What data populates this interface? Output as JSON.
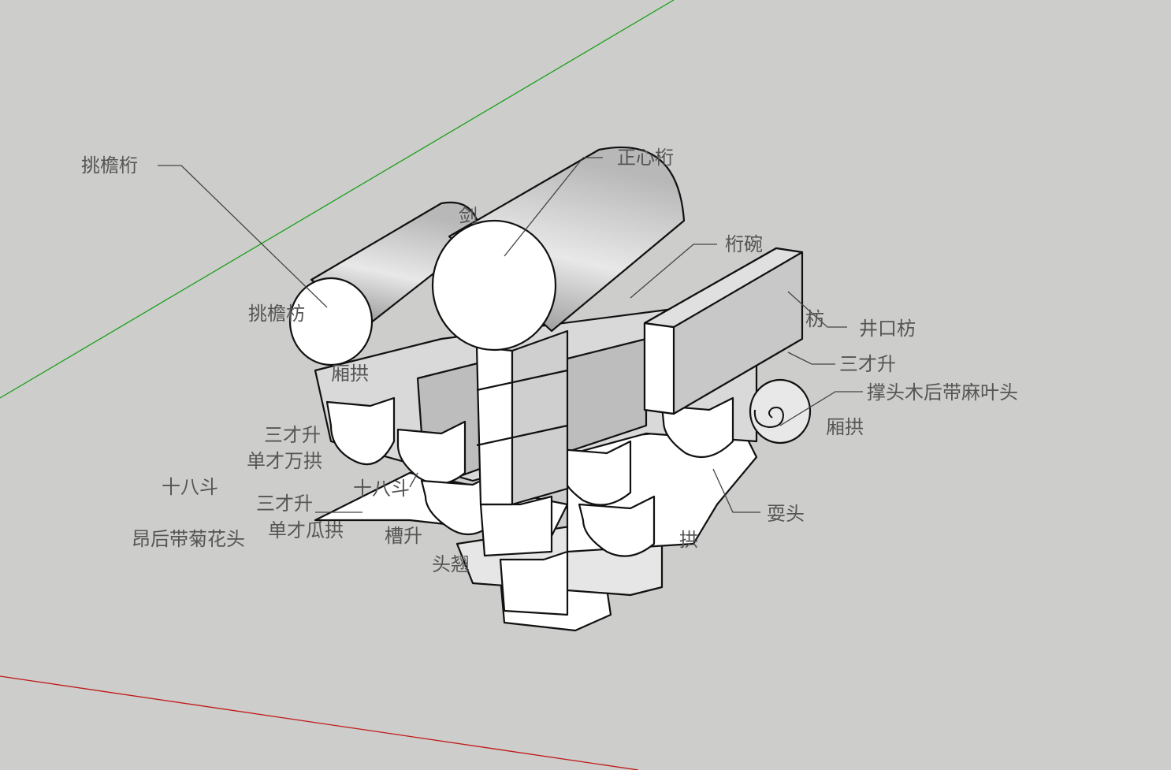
{
  "title": "斗拱 3D 模型",
  "colors": {
    "background": "#cdcdcb",
    "green_axis": "#1aa01a",
    "red_axis": "#c01818",
    "face_light": "#ffffff",
    "face_mid": "#d6d6d6",
    "face_dark": "#a9a9a9"
  },
  "labels": {
    "tiaoyan_heng": "挑檐桁",
    "zhengxin_heng": "正心桁",
    "heng_wan": "桁碗",
    "jingkou_fang": "井口枋",
    "sancai_sheng_r": "三才升",
    "chengtoumu": "撑头木后带麻叶头",
    "xiang_gong_r": "厢拱",
    "shua_tou": "耍头",
    "tiaoyan_fang": "挑檐枋",
    "xiang_gong_l": "厢拱",
    "sancai_sheng_l1": "三才升",
    "dancai_wangong": "单才万拱",
    "shiba_dou_1": "十八斗",
    "shiba_dou_2": "十八斗",
    "sancai_sheng_l2": "三才升",
    "dancai_guagong": "单才瓜拱",
    "ang_hou": "昂后带菊花头",
    "cao_sheng": "槽升",
    "tou_qiao": "头翘",
    "jian": "剑",
    "fang_partial": "枋",
    "gong_partial": "拱"
  }
}
